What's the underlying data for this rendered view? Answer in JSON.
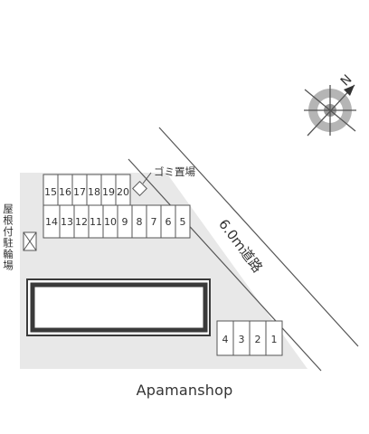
{
  "lot": {
    "north_label": "N",
    "garbage_label": "ゴミ置場",
    "bicycle_label": "屋根付駐輪場",
    "road_label": "6.0ｍ道路",
    "top_row_spaces": [
      "15",
      "16",
      "17",
      "18",
      "19",
      "20"
    ],
    "middle_row_spaces": [
      "14",
      "13",
      "12",
      "11",
      "10",
      "9",
      "8",
      "7",
      "6",
      "5"
    ],
    "bottom_row_spaces": [
      "4",
      "3",
      "2",
      "1"
    ],
    "colors": {
      "lot_fill": "#e8e8e8",
      "building_outline": "#3a3a3a",
      "compass_gray": "#9a9a9a"
    }
  },
  "footer": {
    "brand": "Apamanshop"
  }
}
